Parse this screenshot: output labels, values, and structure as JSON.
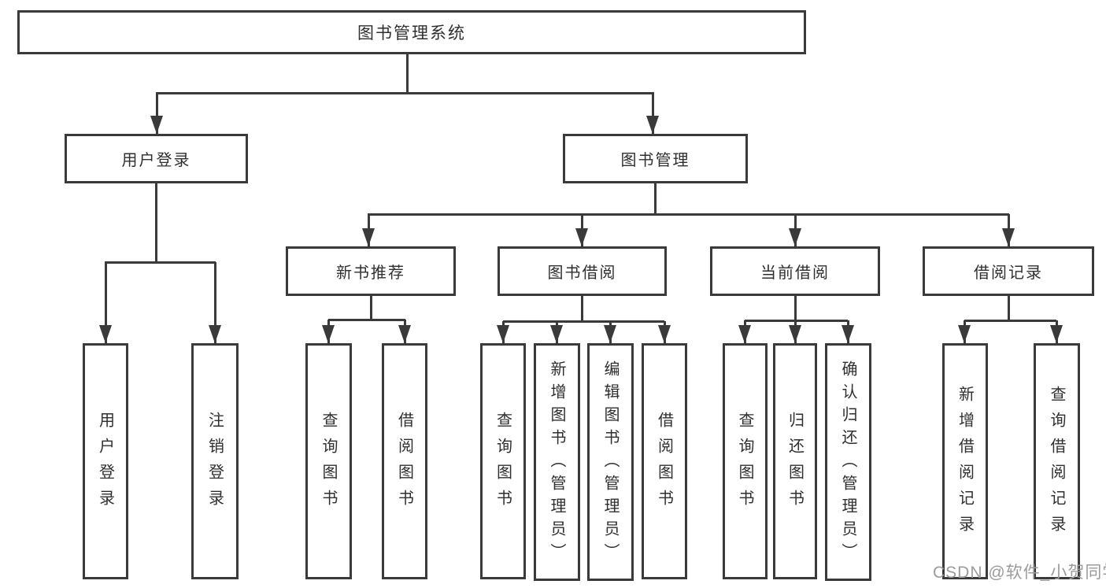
{
  "diagram": {
    "root": {
      "label": "图书管理系统"
    },
    "level2": [
      {
        "label": "用户登录"
      },
      {
        "label": "图书管理"
      }
    ],
    "level3": [
      {
        "label": "新书推荐",
        "parent": "图书管理"
      },
      {
        "label": "图书借阅",
        "parent": "图书管理"
      },
      {
        "label": "当前借阅",
        "parent": "图书管理"
      },
      {
        "label": "借阅记录",
        "parent": "图书管理"
      }
    ],
    "leaves": [
      {
        "label": "用户登录",
        "parent": "用户登录"
      },
      {
        "label": "注销登录",
        "parent": "用户登录"
      },
      {
        "label": "查询图书",
        "parent": "新书推荐"
      },
      {
        "label": "借阅图书",
        "parent": "新书推荐"
      },
      {
        "label": "查询图书",
        "parent": "图书借阅"
      },
      {
        "label": "新增图书（管理员）",
        "parent": "图书借阅"
      },
      {
        "label": "编辑图书（管理员）",
        "parent": "图书借阅"
      },
      {
        "label": "借阅图书",
        "parent": "图书借阅"
      },
      {
        "label": "查询图书",
        "parent": "当前借阅"
      },
      {
        "label": "归还图书",
        "parent": "当前借阅"
      },
      {
        "label": "确认归还（管理员）",
        "parent": "当前借阅"
      },
      {
        "label": "新增借阅记录",
        "parent": "借阅记录"
      },
      {
        "label": "查询借阅记录",
        "parent": "借阅记录"
      }
    ]
  },
  "watermark": {
    "text": "CSDN @软件_小贺同学"
  },
  "colors": {
    "line": "#3a3a3a",
    "text": "#2f2f2f",
    "watermark": "#9b9b9b",
    "background": "#ffffff"
  }
}
